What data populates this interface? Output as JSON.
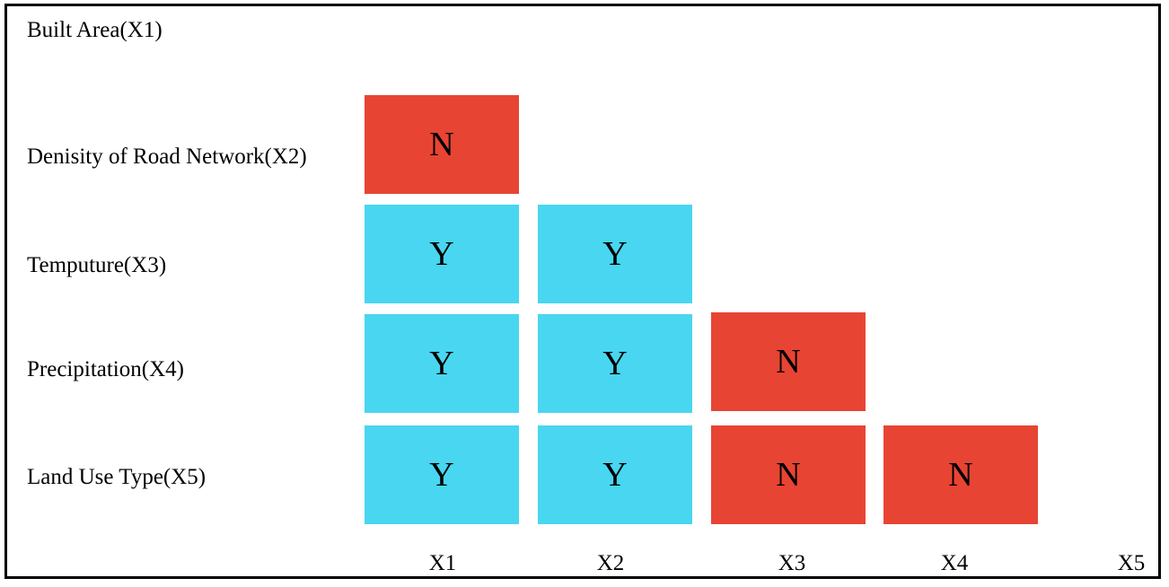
{
  "row_labels": [
    "Built Area(X1)",
    "Denisity of Road Network(X2)",
    "Temputure(X3)",
    "Precipitation(X4)",
    "Land Use Type(X5)"
  ],
  "col_labels": [
    "X1",
    "X2",
    "X3",
    "X4",
    "X5"
  ],
  "matrix": [
    [],
    [
      "N"
    ],
    [
      "Y",
      "Y"
    ],
    [
      "Y",
      "Y",
      "N"
    ],
    [
      "Y",
      "Y",
      "N",
      "N"
    ]
  ],
  "colors": {
    "Y": "#49d6f0",
    "N": "#e84434"
  }
}
